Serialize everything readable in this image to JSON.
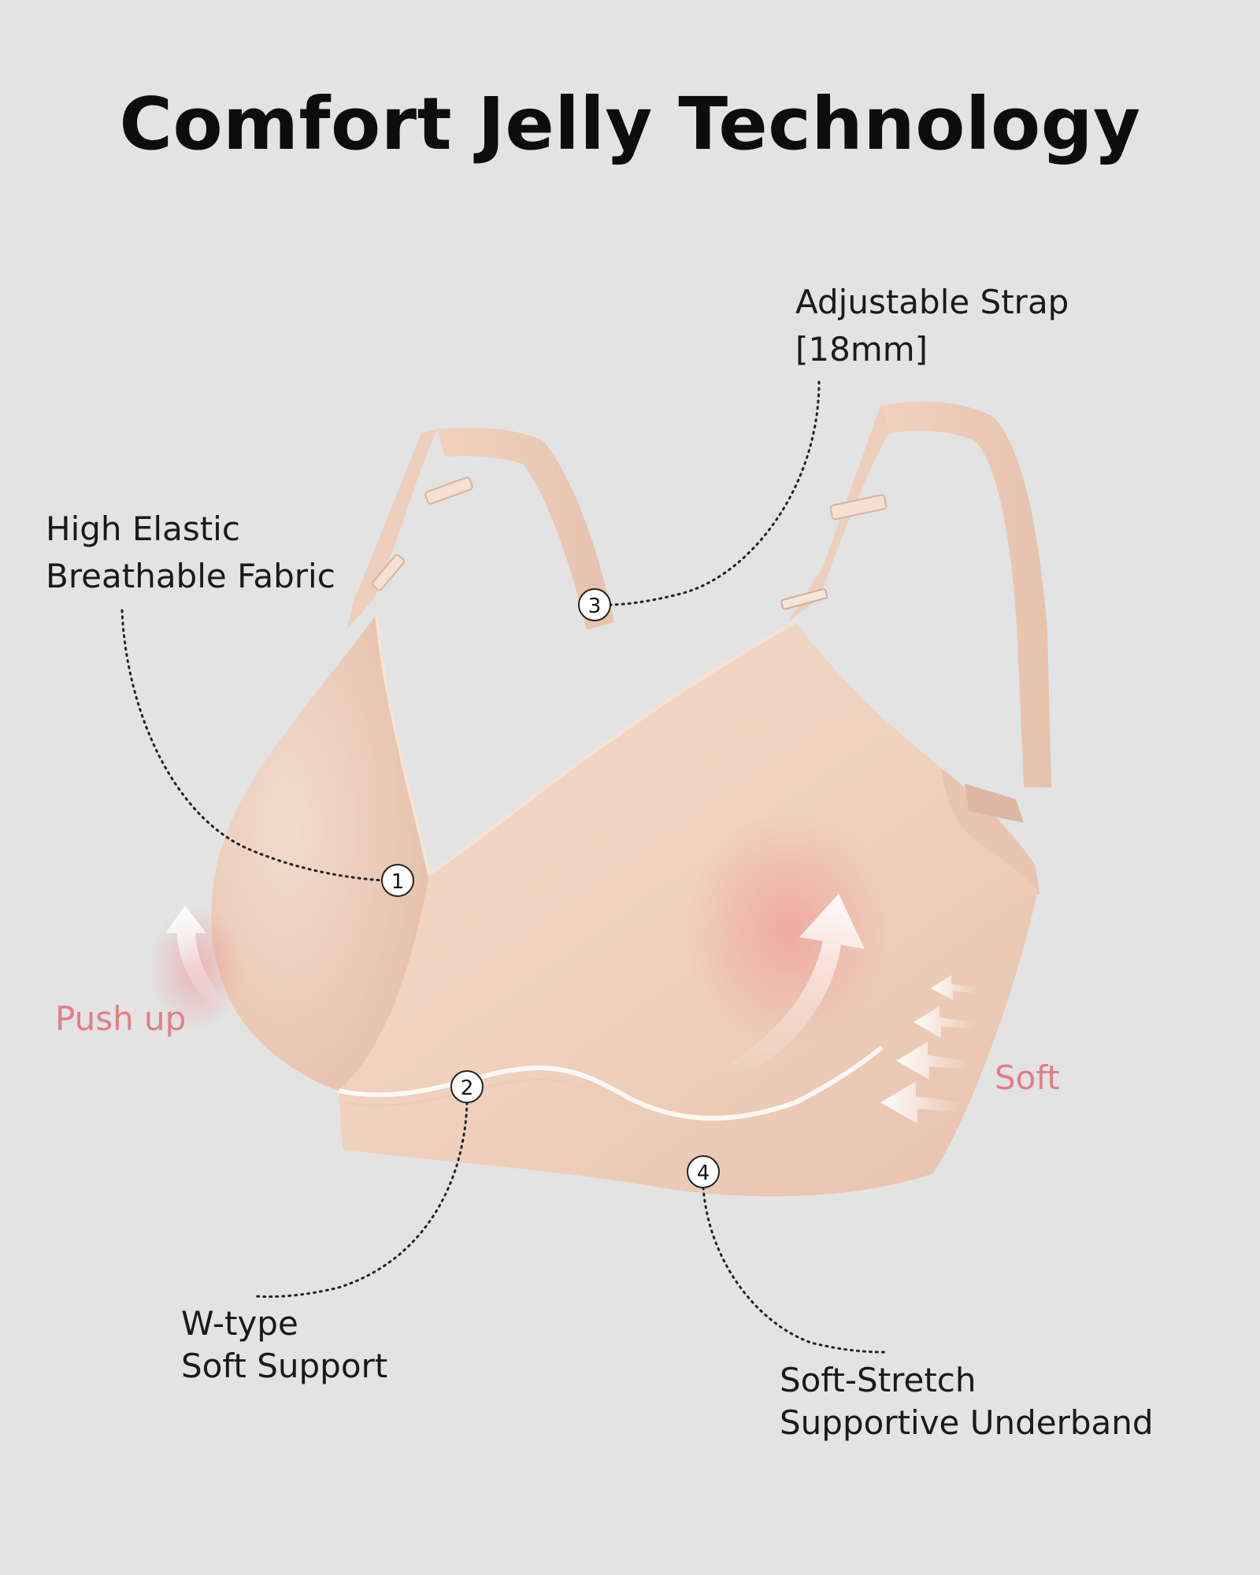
{
  "title": "Comfort Jelly Technology",
  "labels": {
    "fabric": {
      "line1": "High Elastic",
      "line2": "Breathable Fabric",
      "number": "1"
    },
    "support": {
      "line1": "W-type",
      "line2": "Soft Support",
      "number": "2"
    },
    "strap": {
      "line1": "Adjustable Strap",
      "line2": "[18mm]",
      "number": "3"
    },
    "underband": {
      "line1": "Soft-Stretch",
      "line2": "Supportive Underband",
      "number": "4"
    }
  },
  "effects": {
    "push_up": "Push up",
    "soft": "Soft"
  },
  "colors": {
    "background": "#e3e3e3",
    "fabric": "#f2d5c3",
    "accent": "#e27e87"
  }
}
